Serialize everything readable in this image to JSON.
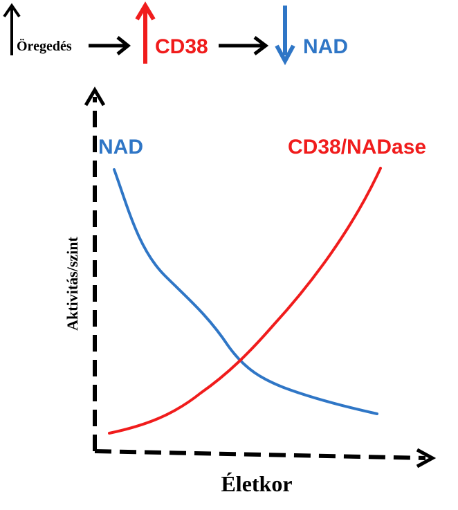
{
  "flow": {
    "aging_label": "Öregedés",
    "cd38_label": "CD38",
    "nad_label": "NAD"
  },
  "chart": {
    "y_axis_label": "Aktivitás/szint",
    "x_axis_label": "Életkor",
    "nad_series_label": "NAD",
    "cd38_series_label": "CD38/NADase"
  },
  "colors": {
    "red": "#f01c1c",
    "blue": "#2f76c6",
    "black": "#000000"
  },
  "icons": {
    "up_arrow": "up-arrow-icon",
    "down_arrow": "down-arrow-icon",
    "right_arrow": "right-arrow-icon"
  }
}
